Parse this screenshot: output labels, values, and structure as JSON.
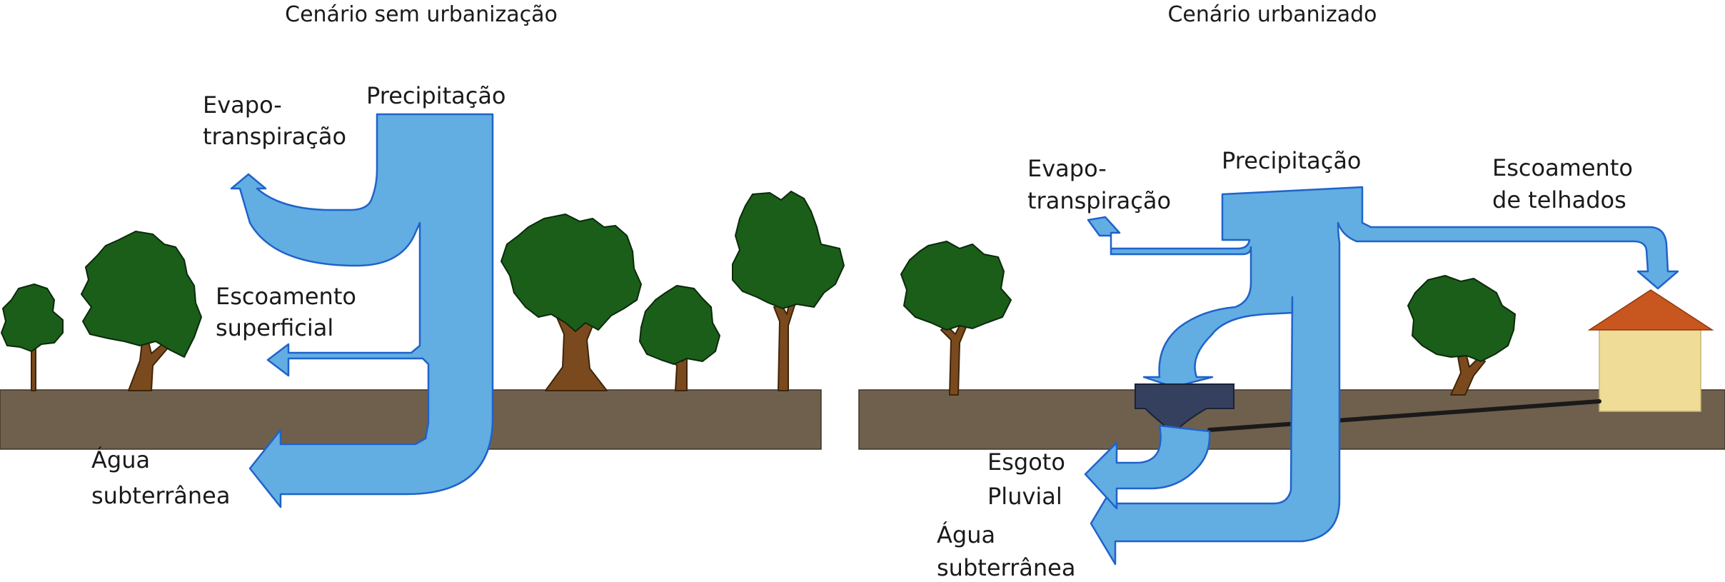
{
  "panels": {
    "left": {
      "title": "Cenário sem urbanização",
      "labels": {
        "precipitation": "Precipitação",
        "evapo_line1": "Evapo-",
        "evapo_line2": "transpiração",
        "runoff_line1": "Escoamento",
        "runoff_line2": "superficial",
        "groundwater_line1": "Água",
        "groundwater_line2": "subterrânea"
      }
    },
    "right": {
      "title": "Cenário urbanizado",
      "labels": {
        "precipitation": "Precipitação",
        "evapo_line1": "Evapo-",
        "evapo_line2": "transpiração",
        "roof_line1": "Escoamento",
        "roof_line2": "de telhados",
        "storm_line1": "Esgoto",
        "storm_line2": "Pluvial",
        "groundwater_line1": "Água",
        "groundwater_line2": "subterrânea"
      }
    }
  },
  "colors": {
    "water": "#62ade2",
    "water_outline": "#1f63c9",
    "ground": "#6f604d",
    "tree_crown": "#1a5e1a",
    "tree_trunk": "#7a4a1e",
    "house_wall": "#efdc96",
    "house_roof": "#c8561f",
    "storm_drain": "#34405e",
    "pipe": "#1a1a1a"
  }
}
